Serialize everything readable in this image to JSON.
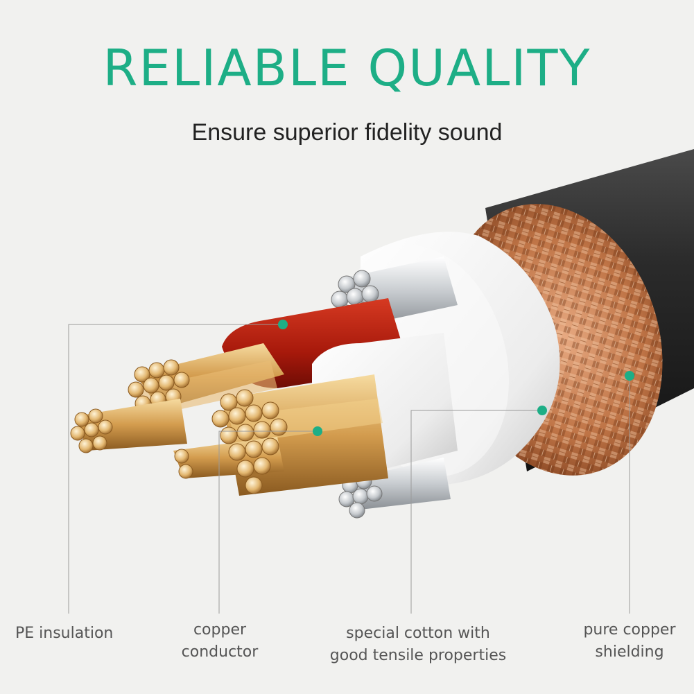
{
  "header": {
    "title": "RELIABLE QUALITY",
    "subtitle": "Ensure superior fidelity sound"
  },
  "callouts": [
    {
      "id": "pe",
      "lines": [
        "PE insulation"
      ]
    },
    {
      "id": "copper",
      "lines": [
        "copper",
        "conductor"
      ]
    },
    {
      "id": "cotton",
      "lines": [
        "special cotton with",
        "good tensile properties"
      ]
    },
    {
      "id": "shield",
      "lines": [
        "pure copper",
        "shielding"
      ]
    }
  ],
  "colors": {
    "accent": "#1dae86",
    "text": "#222222",
    "label": "#555555",
    "leader": "#9a9a9a",
    "background": "#f1f1ef",
    "jacket": "#2a2a2a",
    "braid": "#b8693e",
    "insulation_red": "#b5200e",
    "insulation_white": "#f4f4f4",
    "gold": "#d9a75a",
    "silver": "#cfd2d5"
  }
}
